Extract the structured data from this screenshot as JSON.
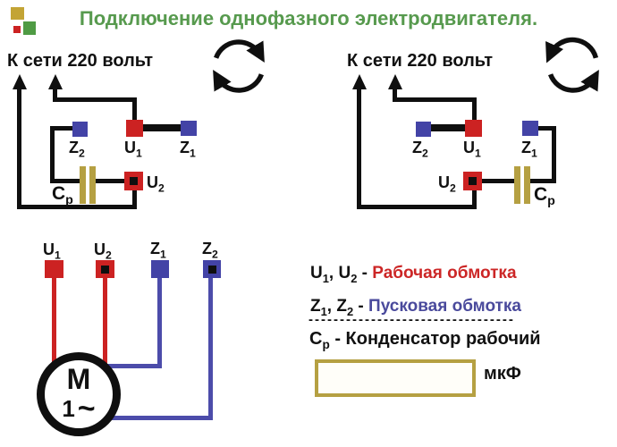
{
  "header": {
    "title": "Подключение однофазного электродвигателя.",
    "title_color": "#579a4e",
    "logo_colors": {
      "olive": "#c3a435",
      "red": "#cc2222",
      "green": "#4f9b44"
    }
  },
  "colors": {
    "wire_black": "#0f0f0f",
    "terminal_red": "#cc2222",
    "terminal_blue": "#4343a6",
    "capacitor_olive": "#b5a042",
    "legend_red": "#cc2626",
    "legend_blue": "#4a4a9c"
  },
  "circuit_left": {
    "mains_label": "К сети 220 вольт",
    "rotation": "clockwise",
    "labels": {
      "z2": [
        {
          "t": "Z"
        },
        {
          "t": "2",
          "sub": true
        }
      ],
      "u1": [
        {
          "t": "U"
        },
        {
          "t": "1",
          "sub": true
        }
      ],
      "z1": [
        {
          "t": "Z"
        },
        {
          "t": "1",
          "sub": true
        }
      ],
      "u2": [
        {
          "t": "U"
        },
        {
          "t": "2",
          "sub": true
        }
      ],
      "cap": [
        {
          "t": "C"
        },
        {
          "t": "p",
          "sub": true
        }
      ]
    }
  },
  "circuit_right": {
    "mains_label": "К сети 220 вольт",
    "rotation": "counterclockwise",
    "labels": {
      "z2": [
        {
          "t": "Z"
        },
        {
          "t": "2",
          "sub": true
        }
      ],
      "u1": [
        {
          "t": "U"
        },
        {
          "t": "1",
          "sub": true
        }
      ],
      "z1": [
        {
          "t": "Z"
        },
        {
          "t": "1",
          "sub": true
        }
      ],
      "u2": [
        {
          "t": "U"
        },
        {
          "t": "2",
          "sub": true
        }
      ],
      "cap": [
        {
          "t": "C"
        },
        {
          "t": "p",
          "sub": true
        }
      ]
    }
  },
  "motor": {
    "terminal_labels": {
      "u1": [
        {
          "t": "U"
        },
        {
          "t": "1",
          "sub": true
        }
      ],
      "u2": [
        {
          "t": "U"
        },
        {
          "t": "2",
          "sub": true
        }
      ],
      "z1": [
        {
          "t": "Z"
        },
        {
          "t": "1",
          "sub": true
        }
      ],
      "z2": [
        {
          "t": "Z"
        },
        {
          "t": "2",
          "sub": true
        }
      ]
    },
    "symbol": "M",
    "phase": "1",
    "wave": "~"
  },
  "legend": {
    "row_working": [
      {
        "t": "U"
      },
      {
        "t": "1",
        "sub": true
      },
      {
        "t": ", U"
      },
      {
        "t": "2",
        "sub": true
      },
      {
        "t": " - "
      },
      {
        "t": "Рабочая обмотка",
        "color": "#cc2626"
      }
    ],
    "row_starting": [
      {
        "t": "Z"
      },
      {
        "t": "1",
        "sub": true
      },
      {
        "t": ", Z"
      },
      {
        "t": "2",
        "sub": true
      },
      {
        "t": " - "
      },
      {
        "t": "Пусковая обмотка",
        "color": "#4a4a9c"
      }
    ],
    "divider": "---------------------------------",
    "row_capacitor": [
      {
        "t": "C"
      },
      {
        "t": "p",
        "sub": true
      },
      {
        "t": " - Конденсатор рабочий"
      }
    ],
    "unit_label": "мкФ"
  }
}
